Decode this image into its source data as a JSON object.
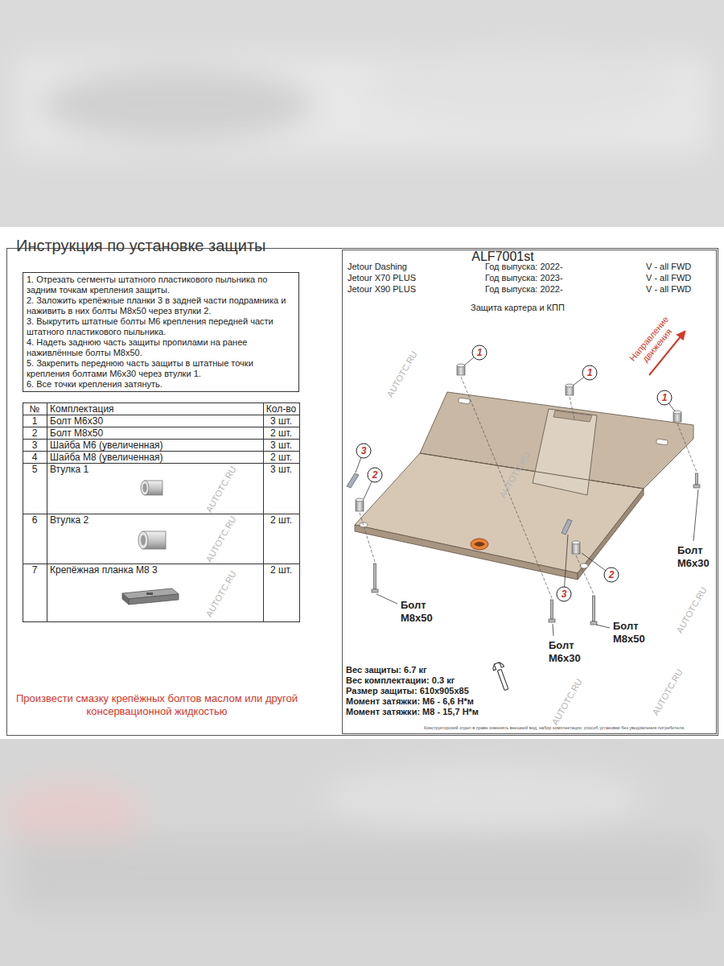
{
  "diagram": {
    "title": "Инструкция по установке защиты",
    "nodes": [
      {
        "text": [
          "1. Отрезать сегменты штатного пластикового пыльника по задним точкам крепления защиты.",
          "2. Заложить крепёжные планки 3 в задней части подрамника и наживить в них болты М8х50 через втулки 2.",
          "3. Выкрутить штатные болты М6 крепления передней части штатного пластикового пыльника.",
          "4. Надеть заднюю часть защиты пропилами на ранее наживлённые болты М8х50.",
          "5. Закрепить переднюю часть защиты в штатные точки крепления болтами М6х30 через втулки 1.",
          "6. Все точки крепления затянуть."
        ]
      },
      {
        "text": [
          "1"
        ]
      },
      {
        "text": [
          "1"
        ]
      },
      {
        "text": [
          "1"
        ]
      },
      {
        "text": [
          "3"
        ]
      },
      {
        "text": [
          "2"
        ]
      },
      {
        "text": [
          "2"
        ]
      },
      {
        "text": [
          "3"
        ]
      }
    ],
    "labels": [
      "ALF7001st",
      "Jetour Dashing",
      "Год выпуска: 2022-",
      "V - all FWD",
      "Jetour X70 PLUS",
      "Год выпуска: 2023-",
      "V - all FWD",
      "Jetour X90 PLUS",
      "Год выпуска: 2022-",
      "V - all FWD",
      "Защита картера и КПП",
      "Направление движения",
      "№",
      "Комплектация",
      "Кол-во",
      "1",
      "Болт М6х30",
      "3 шт.",
      "2",
      "Болт М8х50",
      "2 шт.",
      "3",
      "Шайба М6 (увеличенная)",
      "3 шт.",
      "4",
      "Шайба М8 (увеличенная)",
      "2 шт.",
      "5",
      "Втулка 1",
      "3 шт.",
      "6",
      "Втулка 2",
      "2 шт.",
      "7",
      "Крепёжная планка М8 3",
      "2 шт.",
      "Болт М6х30",
      "Болт М8х50",
      "Болт М6х30",
      "Болт М8х50",
      "Вес защиты: 6.7 кг",
      "Вес комплектации: 0.3 кг",
      "Размер защиты: 610х905х85",
      "Момент затяжки: М6 - 6,6 Н*м",
      "Момент затяжки: М8 - 15,7 Н*м",
      "Произвести смазку крепёжных болтов маслом или другой консервационной жидкостью",
      "Конструкторский отдел в праве изменять внешний вид, набор комплектации, способ установки без уведомления потребителя.",
      "AUTOTC.RU",
      "AUTOTC.RU",
      "AUTOTC.RU",
      "AUTOTC.RU",
      "AUTOTC.RU",
      "AUTOTC.RU",
      "AUTOTC.RU",
      "AUTOTC.RU"
    ]
  }
}
